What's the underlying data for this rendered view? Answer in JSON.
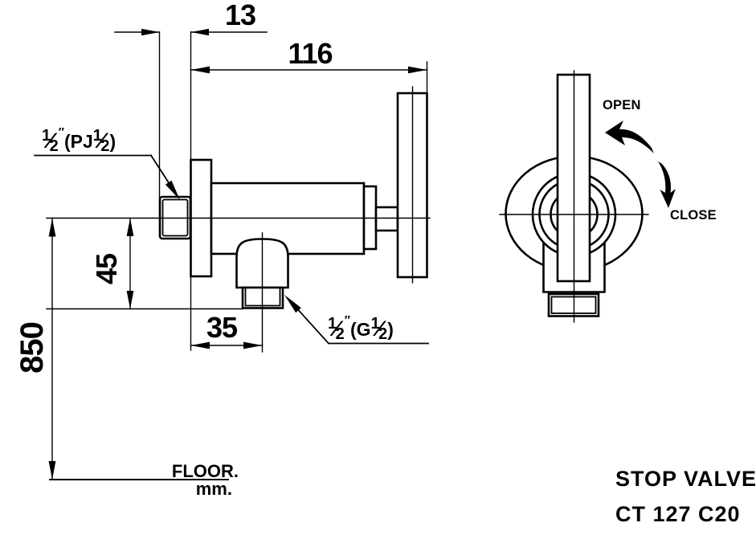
{
  "colors": {
    "line": "#000000",
    "background": "#ffffff"
  },
  "dimensions": {
    "wall_offset": "13",
    "handle_reach": "116",
    "outlet_drop": "45",
    "mounting_height": "850",
    "outlet_offset": "35"
  },
  "thread_labels": {
    "inlet": {
      "numerator": "1",
      "fraction_slash": "⁄",
      "denominator": "2",
      "inch_mark": "″",
      "text": "(PJ",
      "numerator2": "1",
      "denominator2": "2",
      "close": ")"
    },
    "outlet": {
      "numerator": "1",
      "fraction_slash": "⁄",
      "denominator": "2",
      "inch_mark": "″",
      "text": "(G",
      "numerator2": "1",
      "denominator2": "2",
      "close": ")"
    }
  },
  "floor_label": {
    "line1": "FLOOR.",
    "line2": "mm."
  },
  "operation_labels": {
    "open": "OPEN",
    "close": "CLOSE"
  },
  "title_block": {
    "product_name": "STOP VALVE",
    "model_code": "CT 127 C20"
  }
}
